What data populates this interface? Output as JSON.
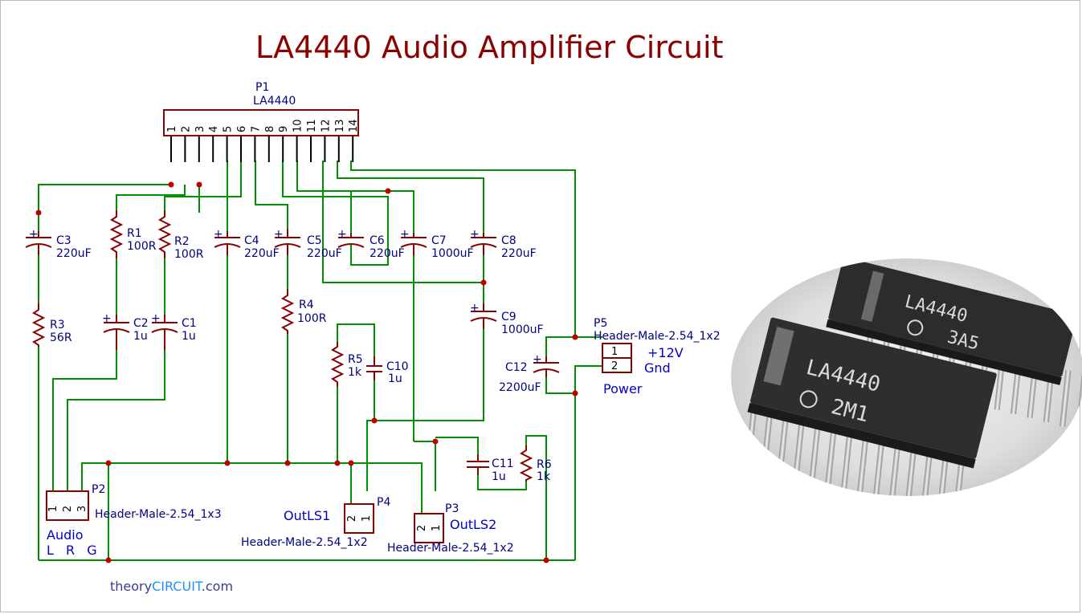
{
  "title": "LA4440 Audio Amplifier Circuit",
  "colors": {
    "title": "#8b0000",
    "wire": "#008f00",
    "component": "#8b0000",
    "reference": "#000080",
    "label": "#0000c8",
    "junction": "#c00000"
  },
  "ic": {
    "ref": "P1",
    "value": "LA4440",
    "pins": [
      "1",
      "2",
      "3",
      "4",
      "5",
      "6",
      "7",
      "8",
      "9",
      "10",
      "11",
      "12",
      "13",
      "14"
    ]
  },
  "resistors": [
    {
      "ref": "R1",
      "value": "100R"
    },
    {
      "ref": "R2",
      "value": "100R"
    },
    {
      "ref": "R3",
      "value": "56R"
    },
    {
      "ref": "R4",
      "value": "100R"
    },
    {
      "ref": "R5",
      "value": "1k"
    },
    {
      "ref": "R6",
      "value": "1k"
    }
  ],
  "capacitors": [
    {
      "ref": "C1",
      "value": "1u"
    },
    {
      "ref": "C2",
      "value": "1u"
    },
    {
      "ref": "C3",
      "value": "220uF"
    },
    {
      "ref": "C4",
      "value": "220uF"
    },
    {
      "ref": "C5",
      "value": "220uF"
    },
    {
      "ref": "C6",
      "value": "220uF"
    },
    {
      "ref": "C7",
      "value": "1000uF"
    },
    {
      "ref": "C8",
      "value": "220uF"
    },
    {
      "ref": "C9",
      "value": "1000uF"
    },
    {
      "ref": "C10",
      "value": "1u"
    },
    {
      "ref": "C11",
      "value": "1u"
    },
    {
      "ref": "C12",
      "value": "2200uF"
    }
  ],
  "connectors": {
    "p2": {
      "ref": "P2",
      "value": "Header-Male-2.54_1x3",
      "pins": [
        "1",
        "2",
        "3"
      ],
      "label1": "Audio",
      "label2": "L R G"
    },
    "p4": {
      "ref": "P4",
      "value": "Header-Male-2.54_1x2",
      "pins": [
        "2",
        "1"
      ],
      "label": "OutLS1"
    },
    "p3": {
      "ref": "P3",
      "value": "Header-Male-2.54_1x2",
      "pins": [
        "2",
        "1"
      ],
      "label": "OutLS2"
    },
    "p5": {
      "ref": "P5",
      "value": "Header-Male-2.54_1x2",
      "pins": [
        "1",
        "2"
      ],
      "label_pin1": "+12V",
      "label_pin2": "Gnd",
      "label": "Power"
    }
  },
  "photo": {
    "chip_top_marking": [
      "LA4440",
      "3A5"
    ],
    "chip_bottom_marking": [
      "LA4440",
      "2M1"
    ]
  },
  "footer": {
    "brand_prefix": "theory",
    "brand_highlight": "CIRCUIT",
    "brand_suffix": ".com"
  }
}
